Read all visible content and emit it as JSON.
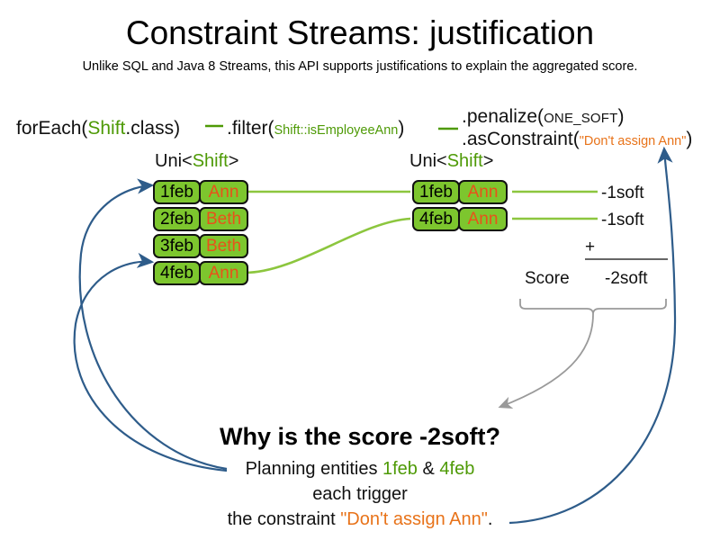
{
  "slide": {
    "title": "Constraint Streams: justification",
    "subtitle": "Unlike SQL and Java 8 Streams, this API supports justifications to explain the aggregated score."
  },
  "pipeline": {
    "foreach": {
      "prefix": "forEach(",
      "type": "Shift",
      "suffix": ".class)"
    },
    "filter": {
      "prefix": ".filter(",
      "method_ref": "Shift::isEmployeeAnn",
      "suffix": ")"
    },
    "penalize": {
      "prefix": ".penalize(",
      "weight": "ONE_SOFT",
      "suffix": ")"
    },
    "as_constraint": {
      "prefix": ".asConstraint(",
      "constraint_name": "\"Don't assign Ann\"",
      "suffix": ")"
    }
  },
  "streams": {
    "left": {
      "type_label_prefix": "Uni<",
      "type_label_generic": "Shift",
      "type_label_suffix": ">",
      "rows": [
        {
          "date": "1feb",
          "employee": "Ann"
        },
        {
          "date": "2feb",
          "employee": "Beth"
        },
        {
          "date": "3feb",
          "employee": "Beth"
        },
        {
          "date": "4feb",
          "employee": "Ann"
        }
      ]
    },
    "right": {
      "type_label_prefix": "Uni<",
      "type_label_generic": "Shift",
      "type_label_suffix": ">",
      "rows": [
        {
          "date": "1feb",
          "employee": "Ann"
        },
        {
          "date": "4feb",
          "employee": "Ann"
        }
      ]
    }
  },
  "score": {
    "impacts": [
      "-1soft",
      "-1soft"
    ],
    "operator": "+",
    "label": "Score",
    "total": "-2soft"
  },
  "explanation": {
    "question": "Why is the score -2soft?",
    "line1_prefix": "Planning entities ",
    "line1_entity_a": "1feb",
    "line1_joiner": " & ",
    "line1_entity_b": "4feb",
    "line2": "each trigger",
    "line3_prefix": "the constraint ",
    "line3_constraint": "\"Don't assign Ann\"",
    "line3_suffix": "."
  },
  "colors": {
    "class_green": "#4e9a06",
    "tuple_fill": "#7dc62e",
    "employee_orange": "#e8521a",
    "constraint_orange": "#e8731a",
    "flow_green": "#8cc63e",
    "justification_blue": "#2e5c8a",
    "brace_gray": "#909090"
  }
}
